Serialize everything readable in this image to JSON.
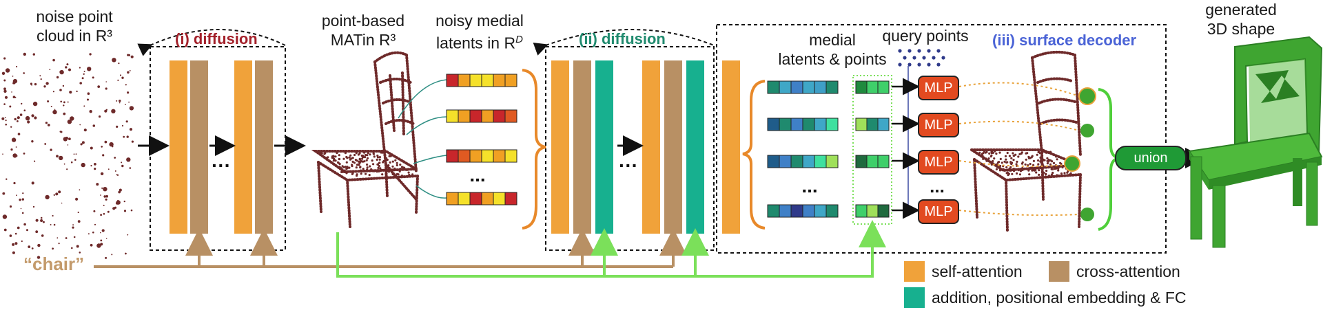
{
  "labels": {
    "noise_cloud_line1": "noise point",
    "noise_cloud_line2": "cloud in R³",
    "point_mat_line1": "point-based",
    "point_mat_line2": "MATin R³",
    "noisy_latents_line1": "noisy medial",
    "noisy_latents_line2": "latents in R",
    "noisy_latents_sup": "D",
    "medial_line1": "medial",
    "medial_line2": "latents & points",
    "query_points": "query points",
    "generated_line1": "generated",
    "generated_line2": "3D shape",
    "prompt": "“chair”",
    "ellipsis": "...",
    "ellipsis_small": "···"
  },
  "stages": {
    "diffusion_1": "(i) diffusion",
    "diffusion_2": "(ii) diffusion",
    "decoder": "(iii) surface decoder"
  },
  "nodes": {
    "mlp": "MLP",
    "union": "union"
  },
  "legend": [
    {
      "label": "self-attention",
      "color": "#f0a23a"
    },
    {
      "label": "cross-attention",
      "color": "#b89064"
    },
    {
      "label": "addition, positional embedding & FC",
      "color": "#17b08f"
    }
  ],
  "colors": {
    "self_attention": "#f0a23a",
    "cross_attention": "#b89064",
    "addition_fc": "#17b08f",
    "stage1_title": "#a3202a",
    "stage2_title": "#1f8a6e",
    "stage3_title": "#4a63d6",
    "prompt": "#c39a6b",
    "green_line": "#7be05a",
    "chair_green": "#3fa531",
    "point_cloud": "#6e2a2a"
  }
}
